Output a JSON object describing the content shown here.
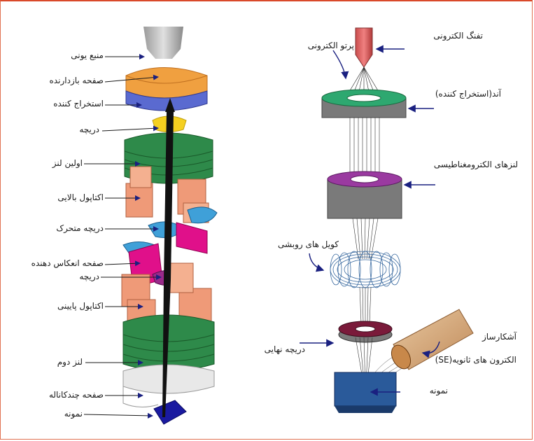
{
  "left_labels": {
    "ion_source": "منبع یونی",
    "suppressor_plate": "صفحه بازدارنده",
    "extractor": "استخراج کننده",
    "aperture_top": "دریچه",
    "first_lens": "اولین لنز",
    "upper_octupole": "اکتاپول بالایی",
    "movable_aperture": "دریچه متحرک",
    "reflecting_plate": "صفحه انعکاس دهنده",
    "aperture_mid": "دریچه",
    "lower_octupole": "اکتاپول پایینی",
    "second_lens": "لنز دوم",
    "multichannel_plate": "صفحه چندکاناله",
    "sample": "نمونه"
  },
  "right_labels": {
    "electron_gun": "تفنگ الکترونی",
    "electron_beam": "پرتو الکترونی",
    "anode": "آند(استخراج کننده)",
    "em_lenses": "لنزهای الکترومغناطیسی",
    "scan_coils": "کویل های روبشی",
    "final_aperture": "دریچه نهایی",
    "detector": "آشکارساز",
    "secondary_electrons": "الکترون های ثانویه(SE)",
    "sample": "نمونه"
  },
  "colors": {
    "frame": "#d9492a",
    "orange": "#f0a040",
    "green": "#2e8a4a",
    "salmon": "#ef9a78",
    "magenta": "#e0108a",
    "cyan": "#3fa0d8",
    "navy": "#1a1aa0",
    "purple": "#9a3aa0",
    "gray": "#7a7a7a",
    "arrow": "#1a2080"
  }
}
